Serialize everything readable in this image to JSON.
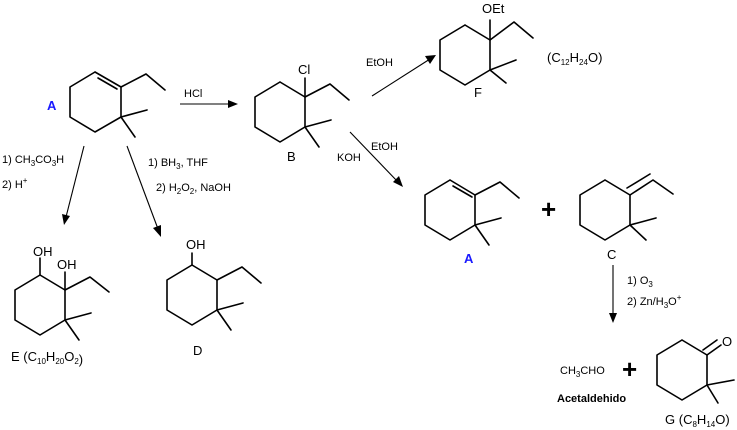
{
  "labels": {
    "A": "A",
    "A2": "A",
    "B": "B",
    "C": "C",
    "D": "D",
    "F": "F",
    "E": "E",
    "G": "G",
    "E_formula": {
      "C": "C",
      "C_sub": "10",
      "H": "H",
      "H_sub": "20",
      "O": "O",
      "O_sub": "2"
    },
    "F_formula": {
      "C": "C",
      "C_sub": "12",
      "H": "H",
      "H_sub": "24",
      "O": "O"
    },
    "G_formula": {
      "C": "C",
      "C_sub": "8",
      "H": "H",
      "H_sub": "14",
      "O": "O"
    }
  },
  "atoms": {
    "Cl": "Cl",
    "OEt": "OEt",
    "OH": "OH",
    "O": "O"
  },
  "reagents": {
    "hcl": "HCl",
    "etoh_F": "EtOH",
    "etoh_A": "EtOH",
    "koh": "KOH",
    "peracid_1": "1) CH",
    "peracid_1_sub": "3",
    "peracid_1_b": "CO",
    "peracid_1_sub2": "3",
    "peracid_1_c": "H",
    "peracid_2": "2) H",
    "peracid_2_sup": "+",
    "hydro_1": "1) BH",
    "hydro_1_sub": "3",
    "hydro_1_b": ", THF",
    "hydro_2": "2) H",
    "hydro_2_sub": "2",
    "hydro_2_b": "O",
    "hydro_2_sub2": "2",
    "hydro_2_c": ", NaOH",
    "ozono_1": "1) O",
    "ozono_1_sub": "3",
    "ozono_2": "2) Zn/H",
    "ozono_2_sub": "3",
    "ozono_2_b": "O",
    "ozono_2_sup": "+"
  },
  "products": {
    "ch3cho_a": "CH",
    "ch3cho_sub": "3",
    "ch3cho_b": "CHO",
    "acetaldehido": "Acetaldehido",
    "plus": "+"
  }
}
